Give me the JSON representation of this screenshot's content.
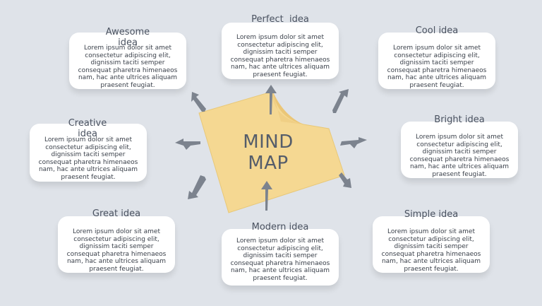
{
  "center": {
    "line1": "MIND",
    "line2": "MAP"
  },
  "ideas": [
    {
      "title": "Perfect  idea",
      "text": "Lorem ipsum dolor sit amet consectetur adipiscing elit, dignissim taciti semper consequat pharetra himenaeos nam, hac ante ultrices aliquam praesent feugiat."
    },
    {
      "title": "Awesome idea",
      "text": "Lorem ipsum dolor sit amet consectetur adipiscing elit, dignissim taciti semper consequat pharetra himenaeos nam, hac ante ultrices aliquam praesent feugiat."
    },
    {
      "title": "Cool idea",
      "text": "Lorem ipsum dolor sit amet consectetur adipiscing elit, dignissim taciti semper consequat pharetra himenaeos nam, hac ante ultrices aliquam praesent feugiat."
    },
    {
      "title": "Creative idea",
      "text": "Lorem ipsum dolor sit amet consectetur adipiscing elit, dignissim taciti semper consequat pharetra himenaeos nam, hac ante ultrices aliquam praesent feugiat."
    },
    {
      "title": "Bright idea",
      "text": "Lorem ipsum dolor sit amet consectetur adipiscing elit, dignissim taciti semper consequat pharetra himenaeos nam, hac ante ultrices aliquam praesent feugiat."
    },
    {
      "title": "Great idea",
      "text": "Lorem ipsum dolor sit amet consectetur adipiscing elit, dignissim taciti semper consequat pharetra himenaeos nam, hac ante ultrices aliquam praesent feugiat."
    },
    {
      "title": "Modern idea",
      "text": "Lorem ipsum dolor sit amet consectetur adipiscing elit, dignissim taciti semper consequat pharetra himenaeos nam, hac ante ultrices aliquam praesent feugiat."
    },
    {
      "title": "Simple idea",
      "text": "Lorem ipsum dolor sit amet consectetur adipiscing elit, dignissim taciti semper consequat pharetra himenaeos nam, hac ante ultrices aliquam praesent feugiat."
    }
  ],
  "colors": {
    "note": "#f5d892",
    "arrow": "#7c838e",
    "card": "#ffffff",
    "background": "#dfe3e9"
  }
}
